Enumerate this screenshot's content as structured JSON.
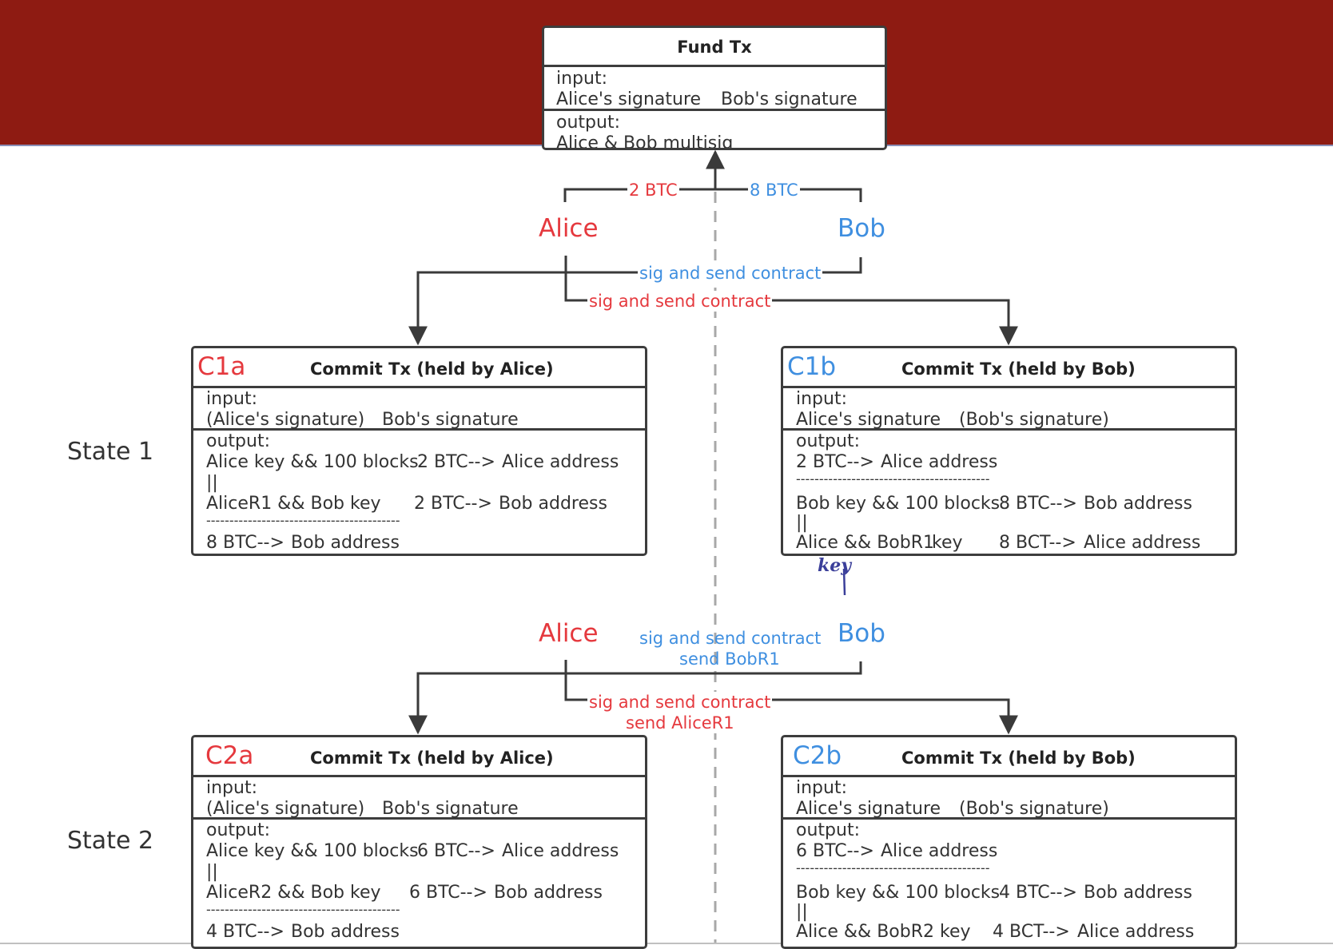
{
  "fund_tx": {
    "title": "Fund Tx",
    "input_label": "input:",
    "input_alice": "Alice's signature",
    "input_bob": "Bob's signature",
    "output_label": "output:",
    "output_value": "Alice & Bob multisig"
  },
  "top_flow": {
    "alice_amount": "2 BTC",
    "bob_amount": "8 BTC",
    "alice": "Alice",
    "bob": "Bob",
    "bob_msg": "sig and send contract",
    "alice_msg": "sig and send contract"
  },
  "state1": {
    "label": "State 1",
    "c1a": {
      "id": "C1a",
      "title": "Commit Tx (held by Alice)",
      "input_label": "input:",
      "input_alice": "(Alice's signature)",
      "input_bob": "Bob's signature",
      "output_label": "output:",
      "line1_cond": "Alice key && 100 blocks",
      "line1_amt": "2 BTC-->",
      "line1_dest": "Alice address",
      "or": "||",
      "line2_cond": "AliceR1 && Bob key",
      "line2_amt": "2 BTC-->",
      "line2_dest": "Bob address",
      "sep": "------------------------------------------",
      "line3_amt": "8 BTC-->",
      "line3_dest": "Bob address"
    },
    "c1b": {
      "id": "C1b",
      "title": "Commit Tx (held by Bob)",
      "input_label": "input:",
      "input_alice": "Alice's signature",
      "input_bob": "(Bob's signature)",
      "output_label": "output:",
      "line1_amt": "2 BTC-->",
      "line1_dest": "Alice address",
      "sep": "------------------------------------------",
      "line2_cond": "Bob key && 100 blocks",
      "line2_amt": "8 BTC-->",
      "line2_dest": "Bob address",
      "or": "||",
      "line3_cond": "Alice && BobR1",
      "line3_struck": "key",
      "line3_amt": "8 BCT-->",
      "line3_dest": "Alice address",
      "handwritten": "key"
    }
  },
  "mid_flow": {
    "alice": "Alice",
    "bob": "Bob",
    "bob_msg1": "sig and send contract",
    "bob_msg2": "send BobR1",
    "alice_msg1": "sig and send contract",
    "alice_msg2": "send AliceR1"
  },
  "state2": {
    "label": "State 2",
    "c2a": {
      "id": "C2a",
      "title": "Commit Tx (held by Alice)",
      "input_label": "input:",
      "input_alice": "(Alice's signature)",
      "input_bob": "Bob's signature",
      "output_label": "output:",
      "line1_cond": "Alice key && 100 blocks",
      "line1_amt": "6 BTC-->",
      "line1_dest": "Alice address",
      "or": "||",
      "line2_cond": "AliceR2 && Bob key",
      "line2_amt": "6 BTC-->",
      "line2_dest": "Bob address",
      "sep": "------------------------------------------",
      "line3_amt": "4 BTC-->",
      "line3_dest": "Bob address"
    },
    "c2b": {
      "id": "C2b",
      "title": "Commit Tx (held by Bob)",
      "input_label": "input:",
      "input_alice": "Alice's signature",
      "input_bob": "(Bob's signature)",
      "output_label": "output:",
      "line1_amt": "6 BTC-->",
      "line1_dest": "Alice address",
      "sep": "------------------------------------------",
      "line2_cond": "Bob key && 100 blocks",
      "line2_amt": "4 BTC-->",
      "line2_dest": "Bob address",
      "or": "||",
      "line3_cond": "Alice && BobR2 key",
      "line3_amt": "4 BCT-->",
      "line3_dest": "Alice address"
    }
  },
  "colors": {
    "banner": "#8e1b12",
    "alice": "#e5393e",
    "bob": "#3f8fe0",
    "ink": "#3b3f9a"
  }
}
